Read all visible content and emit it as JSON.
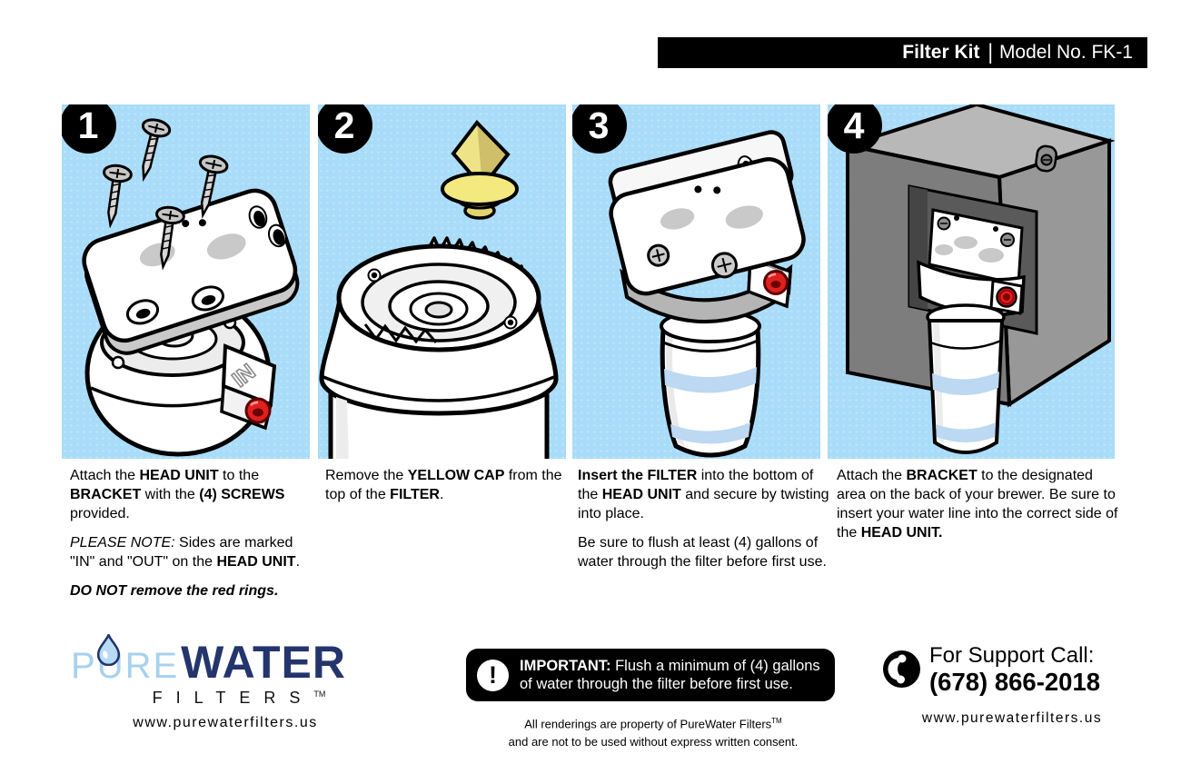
{
  "header": {
    "product": "Filter Kit",
    "divider": "|",
    "model": "Model No. FK-1"
  },
  "steps": [
    {
      "number": "1",
      "illustration": "head-unit-bracket-and-screws",
      "illustration_label": "IN",
      "paragraphs": [
        {
          "segments": [
            {
              "t": "Attach the "
            },
            {
              "t": "HEAD UNIT",
              "b": true
            },
            {
              "t": " to the "
            },
            {
              "t": "BRACKET",
              "b": true
            },
            {
              "t": " with the "
            },
            {
              "t": "(4) SCREWS",
              "b": true
            },
            {
              "t": " provided."
            }
          ]
        },
        {
          "segments": [
            {
              "t": "PLEASE NOTE:",
              "i": true
            },
            {
              "t": " Sides are marked \"IN\" and \"OUT\" on the "
            },
            {
              "t": "HEAD UNIT",
              "b": true
            },
            {
              "t": "."
            }
          ]
        },
        {
          "segments": [
            {
              "t": "DO NOT",
              "b": true,
              "i": true
            },
            {
              "t": " remove the red rings.",
              "b": true,
              "i": true
            }
          ]
        }
      ]
    },
    {
      "number": "2",
      "illustration": "yellow-cap-above-filter",
      "paragraphs": [
        {
          "segments": [
            {
              "t": "Remove the "
            },
            {
              "t": "YELLOW CAP",
              "b": true
            },
            {
              "t": " from the top of the "
            },
            {
              "t": "FILTER",
              "b": true
            },
            {
              "t": "."
            }
          ]
        }
      ]
    },
    {
      "number": "3",
      "illustration": "filter-inserted-into-head-unit",
      "paragraphs": [
        {
          "segments": [
            {
              "t": "Insert the FILTER",
              "b": true
            },
            {
              "t": " into the bottom of the "
            },
            {
              "t": "HEAD UNIT",
              "b": true
            },
            {
              "t": " and secure by twisting into place."
            }
          ]
        },
        {
          "segments": [
            {
              "t": "Be sure to flush at least (4) gallons of water through the filter before first use."
            }
          ]
        }
      ]
    },
    {
      "number": "4",
      "illustration": "bracket-mounted-on-brewer",
      "paragraphs": [
        {
          "segments": [
            {
              "t": "Attach the "
            },
            {
              "t": "BRACKET",
              "b": true
            },
            {
              "t": " to the designated area on the back of your brewer. Be sure to insert your water line into the correct side of the "
            },
            {
              "t": "HEAD UNIT.",
              "b": true
            }
          ]
        }
      ]
    }
  ],
  "footer": {
    "logo": {
      "pure_p": "P",
      "pure_u": "U",
      "pure_re": "RE",
      "water": "WATER",
      "filters": "FILTERS",
      "trademark": "TM",
      "website": "www.purewaterfilters.us"
    },
    "important": {
      "label": "IMPORTANT:",
      "text": " Flush a minimum of (4) gallons of water through the filter before first use."
    },
    "disclaimer": {
      "line1": "All renderings are property of PureWater Filters",
      "trademark": "TM",
      "line2": "and are not to be used without express written consent."
    },
    "support": {
      "call_label": "For Support Call:",
      "phone": "(678) 866-2018",
      "website": "www.purewaterfilters.us"
    }
  },
  "colors": {
    "panel_blue": "#a9dcf8",
    "accent_red": "#e0201f",
    "cap_yellow": "#f3e97f",
    "logo_light_blue": "#a7d1ee",
    "logo_navy": "#24356d",
    "filter_band_blue": "#bcd8f2"
  }
}
